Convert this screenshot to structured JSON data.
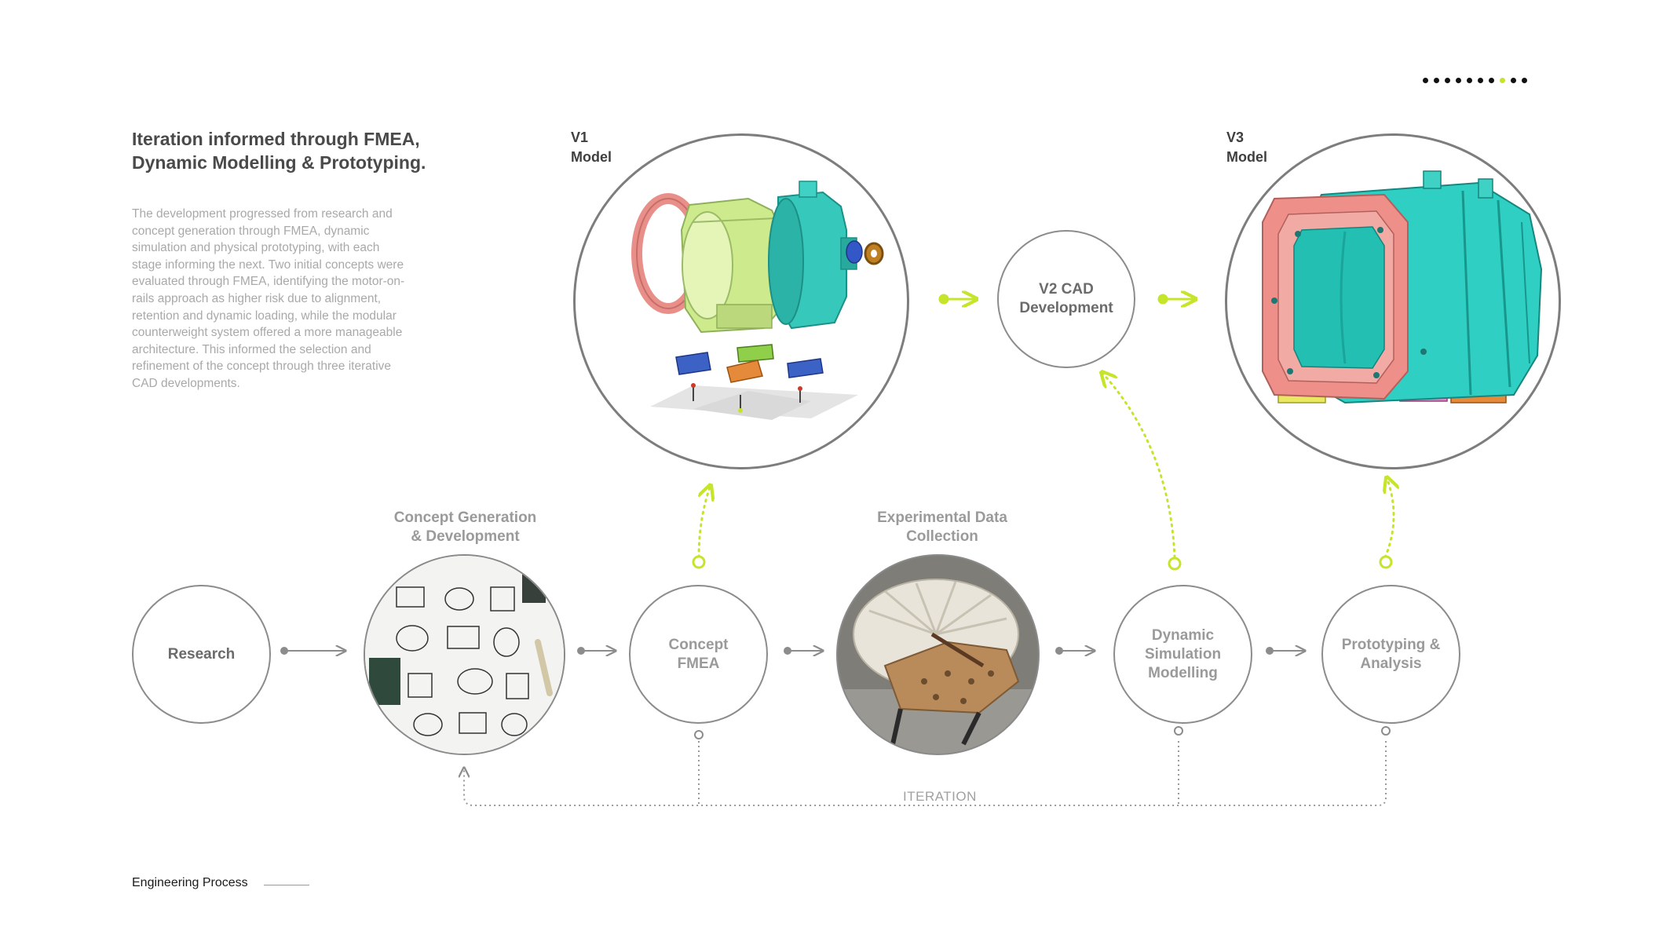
{
  "header": {
    "title": "Iteration informed through FMEA, Dynamic Modelling & Prototyping.",
    "body": "The development progressed from research and concept generation through FMEA, dynamic simulation and physical prototyping, with each stage informing the next. Two initial concepts were evaluated through FMEA, identifying the motor-on-rails approach as higher risk due to alignment, retention and dynamic loading, while the modular counterweight system offered a more manageable architecture. This informed the selection and refinement of the concept through three iterative CAD developments."
  },
  "models": {
    "v1": "V1\nModel",
    "v2": "V2 CAD\nDevelopment",
    "v3": "V3\nModel"
  },
  "process": {
    "research": "Research",
    "concept_caption": "Concept Generation\n& Development",
    "fmea": "Concept\nFMEA",
    "experimental_caption": "Experimental Data\nCollection",
    "dynamic": "Dynamic\nSimulation\nModelling",
    "prototyping": "Prototyping &\nAnalysis"
  },
  "iteration_label": "ITERATION",
  "footer": {
    "section": "Engineering Process"
  },
  "pagination": {
    "total": 10,
    "active_index": 7
  },
  "colors": {
    "accent": "#c4e52a",
    "connector": "#8c8c8c",
    "teal": "#2fcfc3",
    "pink": "#ec8c86",
    "green": "#c9ea8a"
  }
}
